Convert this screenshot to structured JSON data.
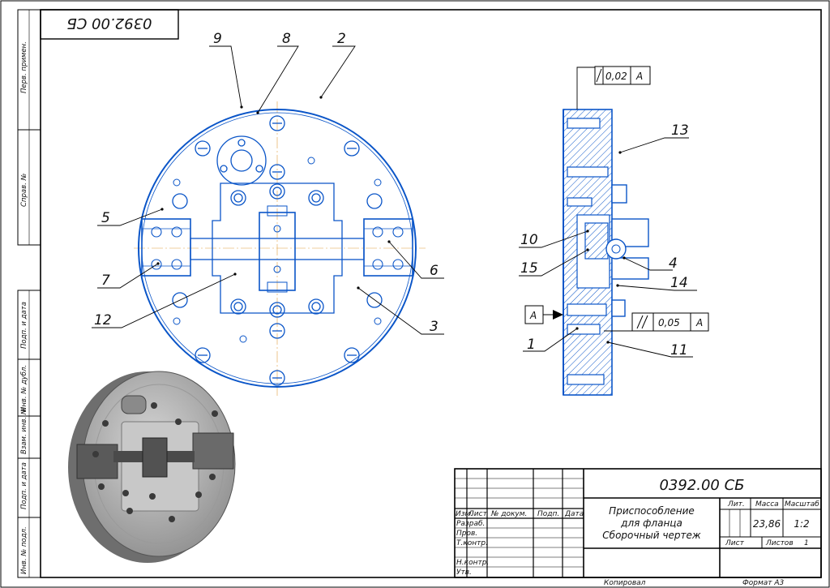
{
  "drawing": {
    "stamp_number": "0392.00 СБ",
    "side_labels": [
      "Перв. примен.",
      "Справ. №",
      "Подп. и дата",
      "Инв. № дубл.",
      "Взам. инв. №",
      "Подп. и дата",
      "Инв. № подл."
    ],
    "callouts_front": [
      "9",
      "8",
      "2",
      "5",
      "7",
      "12",
      "6",
      "3"
    ],
    "callouts_section": [
      "13",
      "10",
      "15",
      "4",
      "14",
      "1",
      "11"
    ],
    "datum": "A",
    "tolerance_1": {
      "value": "0,02",
      "datum": "A"
    },
    "tolerance_2": {
      "value": "0,05",
      "datum": "A"
    }
  },
  "title_block": {
    "designation": "0392.00 СБ",
    "name_line1": "Приспособление",
    "name_line2": "для фланца",
    "name_line3": "Сборочный чертеж",
    "lit_label": "Лит.",
    "mass_label": "Масса",
    "scale_label": "Масштаб",
    "mass_value": "23,86",
    "scale_value": "1:2",
    "sheet_label": "Лист",
    "sheets_label": "Листов",
    "sheets_value": "1",
    "col_izm": "Изм.",
    "col_list": "Лист",
    "col_doc": "№ докум.",
    "col_sign": "Подп.",
    "col_date": "Дата",
    "row_razrab": "Разраб.",
    "row_prov": "Пров.",
    "row_tkontr": "Т.контр.",
    "row_nkontr": "Н.контр.",
    "row_utv": "Утв.",
    "copied": "Копировал",
    "format": "Формат   A3"
  }
}
